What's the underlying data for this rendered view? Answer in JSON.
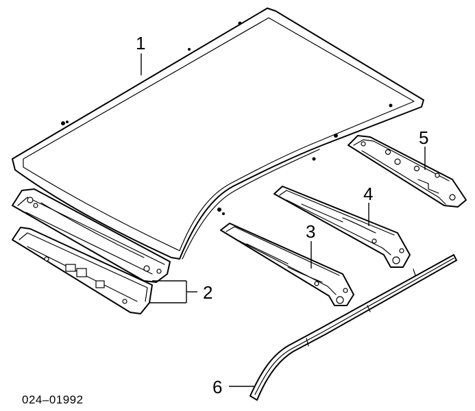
{
  "callouts": {
    "roof_panel": "1",
    "front_header_panels": "2",
    "front_bow": "3",
    "rear_bow": "4",
    "rear_header_panel": "5",
    "side_rail": "6"
  },
  "diagram_code": "024–01992",
  "colors": {
    "line": "#000000",
    "background": "#ffffff"
  }
}
